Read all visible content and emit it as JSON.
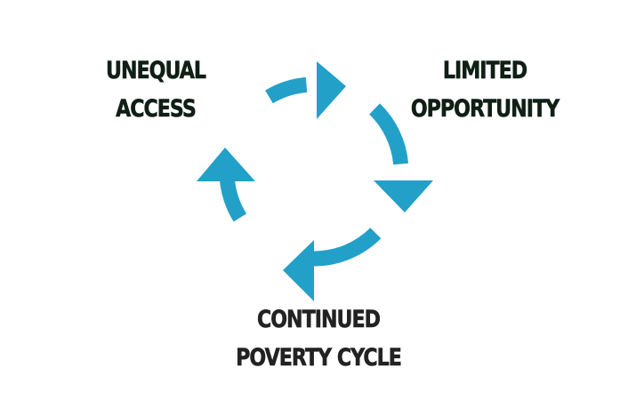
{
  "diagram": {
    "nodes": [
      {
        "id": "unequal-access",
        "lines": [
          "UNEQUAL",
          "ACCESS"
        ]
      },
      {
        "id": "limited-opportunity",
        "lines": [
          "LIMITED",
          "OPPORTUNITY"
        ]
      },
      {
        "id": "poverty-cycle",
        "lines": [
          "CONTINUED",
          "POVERTY CYCLE"
        ]
      }
    ],
    "edges": [
      {
        "from": "unequal-access",
        "to": "limited-opportunity"
      },
      {
        "from": "limited-opportunity",
        "to": "poverty-cycle"
      },
      {
        "from": "poverty-cycle",
        "to": "unequal-access"
      }
    ],
    "colors": {
      "arrow": "#23a0c8",
      "label_top": "#0f1f15",
      "label_bottom": "#222222",
      "background": "#ffffff"
    }
  }
}
